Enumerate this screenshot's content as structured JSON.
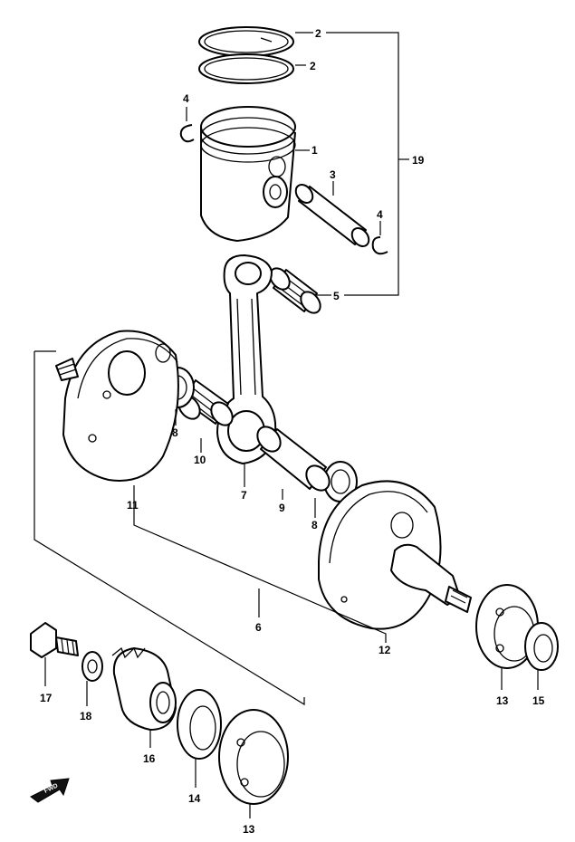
{
  "callouts": [
    {
      "id": "piston-ring-upper",
      "text": "2"
    },
    {
      "id": "piston-ring-lower",
      "text": "2"
    },
    {
      "id": "piston",
      "text": "1"
    },
    {
      "id": "circlip-left",
      "text": "4"
    },
    {
      "id": "circlip-right",
      "text": "4"
    },
    {
      "id": "piston-pin",
      "text": "3"
    },
    {
      "id": "small-end-bearing",
      "text": "5"
    },
    {
      "id": "piston-set",
      "text": "19"
    },
    {
      "id": "thrust-washer-left",
      "text": "8"
    },
    {
      "id": "thrust-washer-right",
      "text": "8"
    },
    {
      "id": "big-end-bearing",
      "text": "10"
    },
    {
      "id": "connecting-rod",
      "text": "7"
    },
    {
      "id": "crank-pin",
      "text": "9"
    },
    {
      "id": "crank-half-left",
      "text": "11"
    },
    {
      "id": "crankshaft-assembly",
      "text": "6"
    },
    {
      "id": "crank-half-right",
      "text": "12"
    },
    {
      "id": "bearing-right",
      "text": "13"
    },
    {
      "id": "oil-seal-right",
      "text": "15"
    },
    {
      "id": "bolt",
      "text": "17"
    },
    {
      "id": "washer",
      "text": "18"
    },
    {
      "id": "gear",
      "text": "16"
    },
    {
      "id": "oil-seal-left",
      "text": "14"
    },
    {
      "id": "bearing-left",
      "text": "13"
    }
  ],
  "direction_marker": {
    "text": "FWD"
  }
}
